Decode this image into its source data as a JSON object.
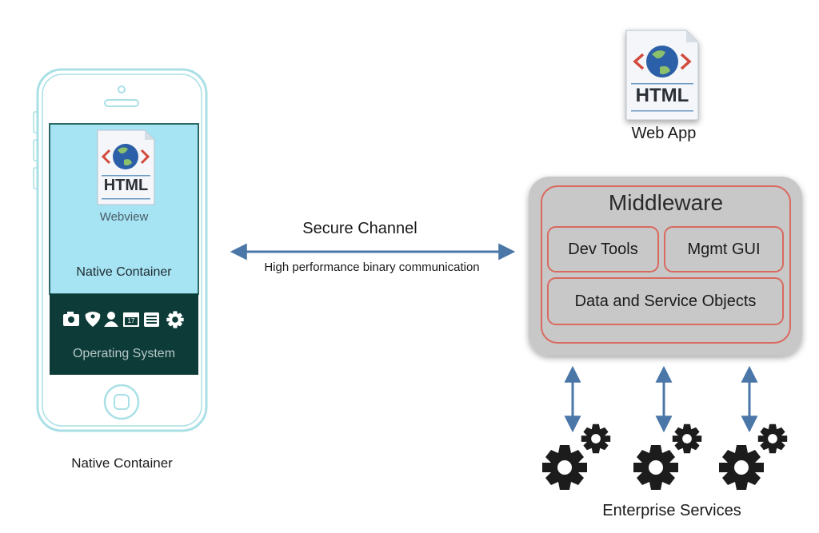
{
  "phone": {
    "webview_badge": "HTML",
    "webview_label": "Webview",
    "native_container_label": "Native Container",
    "os_label": "Operating System",
    "os_icons": [
      "camera-icon",
      "location-pin-icon",
      "person-icon",
      "calendar-icon",
      "list-icon",
      "gear-icon"
    ],
    "calendar_day": "17",
    "caption": "Native Container",
    "colors": {
      "outline": "#a9e0e6",
      "screen": "#a6e3f3",
      "os_bar": "#0d3b38"
    }
  },
  "channel": {
    "title": "Secure Channel",
    "subtitle": "High performance binary communication",
    "arrow_color": "#4a76a8"
  },
  "web_app": {
    "badge": "HTML",
    "label": "Web App"
  },
  "middleware": {
    "title": "Middleware",
    "components": [
      "Dev Tools",
      "Mgmt GUI",
      "Data and Service Objects"
    ],
    "colors": {
      "fill": "#c8c8c8",
      "border": "#d86a5f"
    }
  },
  "enterprise": {
    "label": "Enterprise Services"
  }
}
